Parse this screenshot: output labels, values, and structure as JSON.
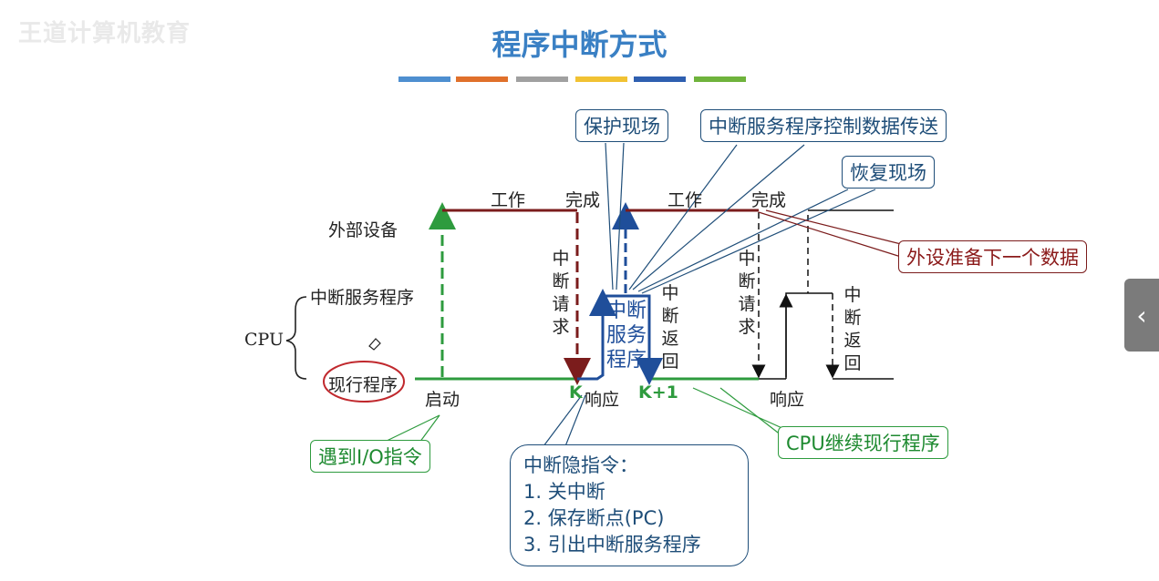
{
  "watermark": "王道计算机教育",
  "title": "程序中断方式",
  "bar_colors": [
    "#4e8fd0",
    "#e0702b",
    "#a0a0a0",
    "#f1c233",
    "#2f5fb0",
    "#6fb33c"
  ],
  "labels": {
    "device": "外部设备",
    "isr": "中断服务程序",
    "cpu": "CPU",
    "current": "现行程序",
    "work1": "工作",
    "done1": "完成",
    "work2": "工作",
    "done2": "完成",
    "start": "启动",
    "k": "K",
    "resp1": "响应",
    "k1": "K+1",
    "resp2": "响应",
    "irq1": "中断请求",
    "ret1": "中断返回",
    "irq2": "中断请求",
    "ret2": "中断返回",
    "isr_box": "中断服务程序"
  },
  "callouts": {
    "protect": "保护现场",
    "transfer": "中断服务程序控制数据传送",
    "restore": "恢复现场",
    "prep": "外设准备下一个数据",
    "io": "遇到I/O指令",
    "cont": "CPU继续现行程序",
    "hidden_title": "中断隐指令：",
    "hidden_1": "1. 关中断",
    "hidden_2": "2. 保存断点(PC)",
    "hidden_3": "3. 引出中断服务程序"
  },
  "side_icon": "chevron-left-icon"
}
